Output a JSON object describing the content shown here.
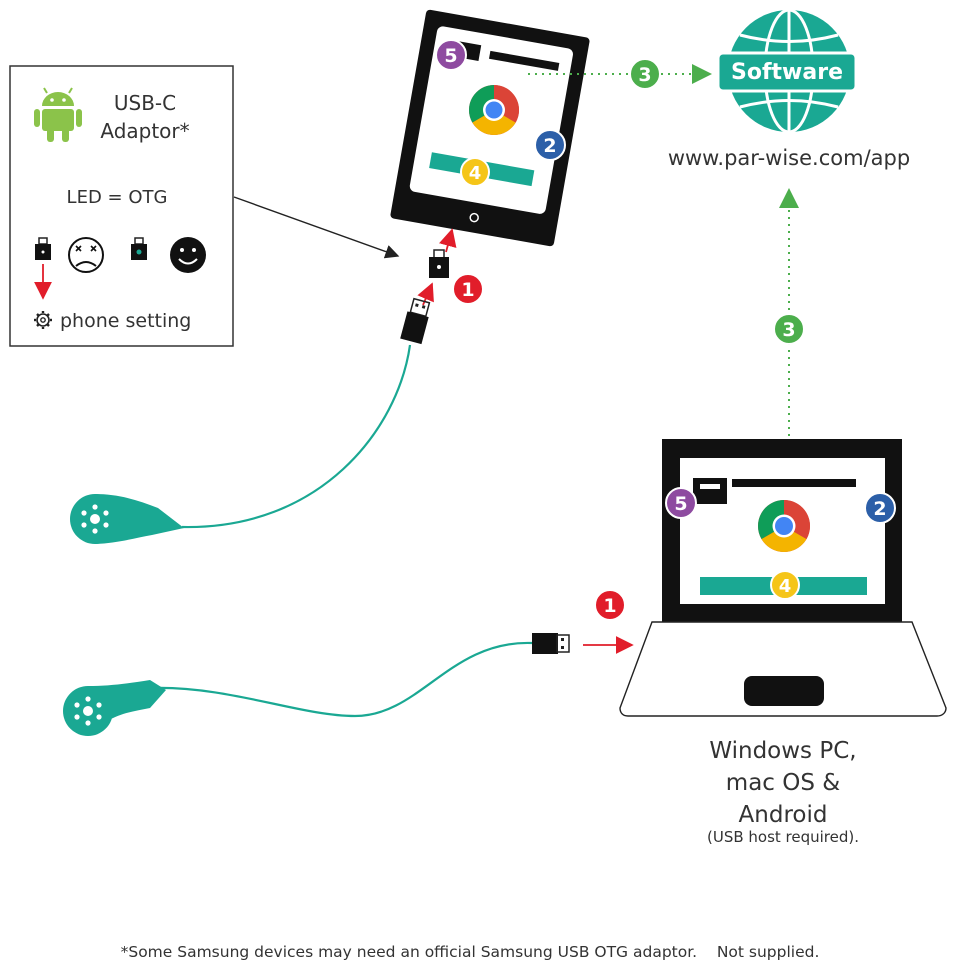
{
  "legend": {
    "title_line1": "USB-C",
    "title_line2": "Adaptor*",
    "led_text": "LED = OTG",
    "phone_setting": "phone setting"
  },
  "software": {
    "label": "Software",
    "url": "www.par-wise.com/app"
  },
  "badges": {
    "one": "1",
    "two": "2",
    "three": "3",
    "four": "4",
    "five": "5"
  },
  "laptop": {
    "line1": "Windows PC,",
    "line2": "mac OS &",
    "line3": "Android",
    "note": "(USB host required)."
  },
  "footnote": "*Some Samsung devices may need an official Samsung USB OTG adaptor.    Not supplied.",
  "colors": {
    "teal": "#1aa893",
    "red": "#e11d2a",
    "blue": "#2c5fa8",
    "yellow": "#f5c518",
    "purple": "#8e4ba0",
    "green": "#4cae4c",
    "android": "#8bc34a"
  }
}
